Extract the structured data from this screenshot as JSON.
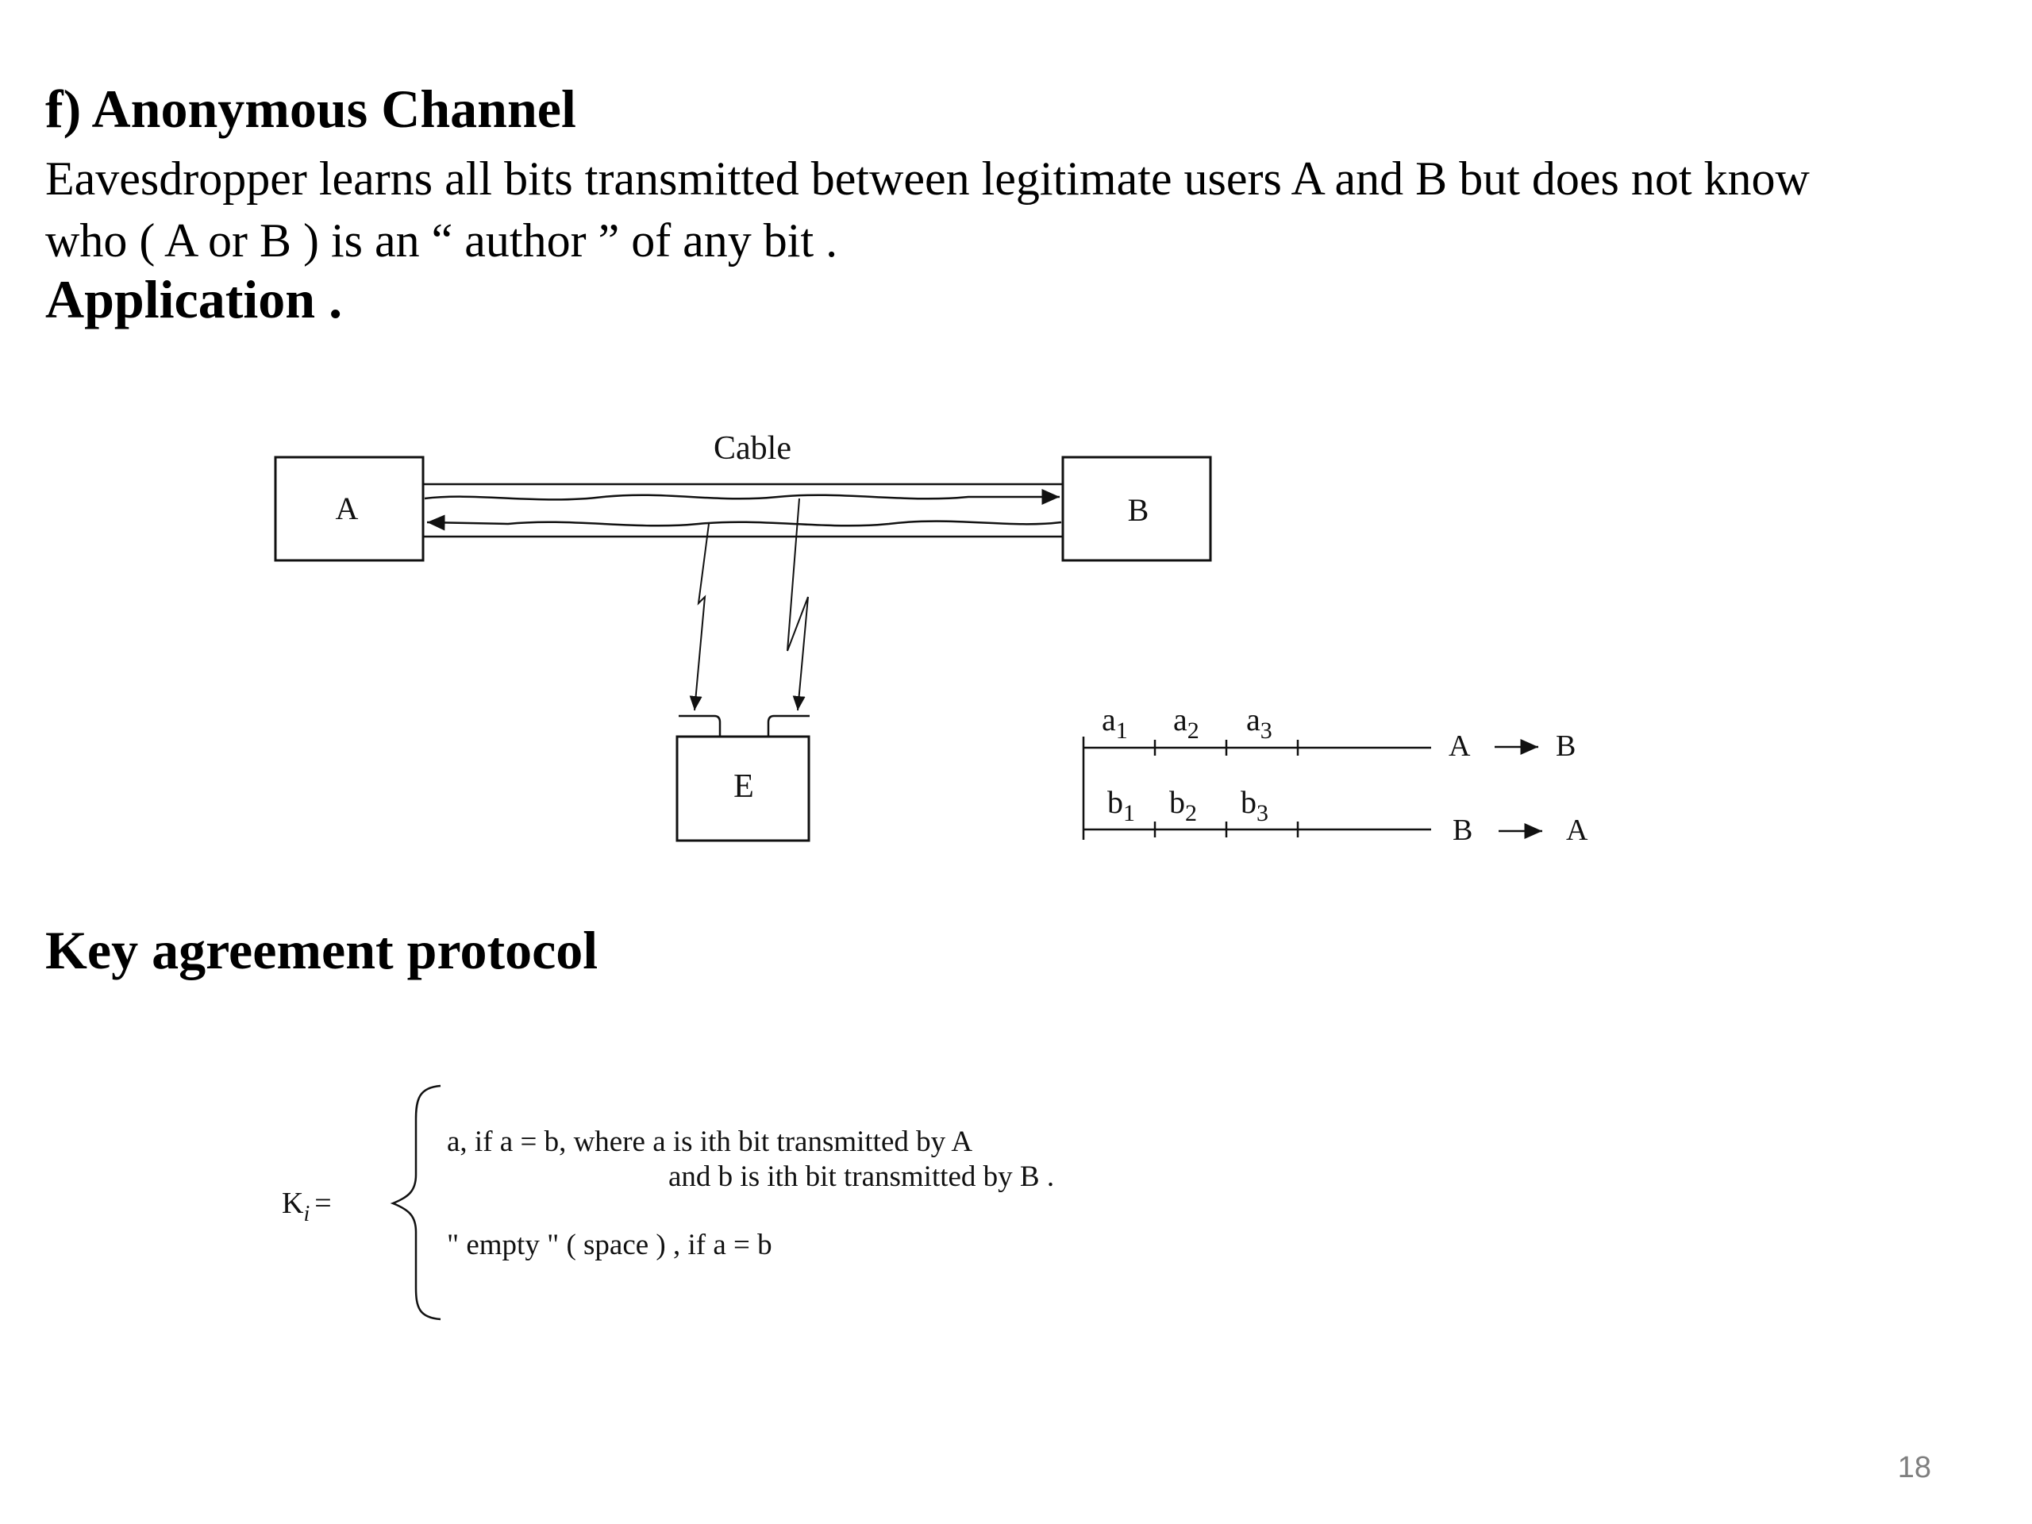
{
  "slide": {
    "title": "f) Anonymous Channel",
    "description_line1": "Eavesdropper learns all bits transmitted between legitimate users A and B but does not know",
    "description_line2": "who ( A or B ) is an “ author ” of any bit .",
    "application_heading": "Application .",
    "key_agreement_heading": "Key agreement protocol",
    "page_number": "18"
  },
  "diagram": {
    "cable_label": "Cable",
    "box_a": "A",
    "box_b": "B",
    "box_e": "E",
    "a_bits": [
      "a",
      "a",
      "a"
    ],
    "a_subs": [
      "1",
      "2",
      "3"
    ],
    "b_bits": [
      "b",
      "b",
      "b"
    ],
    "b_subs": [
      "1",
      "2",
      "3"
    ],
    "dir1_from": "A",
    "dir1_to": "B",
    "dir2_from": "B",
    "dir2_to": "A"
  },
  "formula": {
    "lhs": "K",
    "lhs_sub": "i",
    "lhs_eq": "=",
    "case1_line1": "a, if a = b, where a is ith bit transmitted by A",
    "case1_line2": "and b is ith bit transmitted by B .",
    "case2": "\" empty \"   ( space ) , if a = b"
  }
}
